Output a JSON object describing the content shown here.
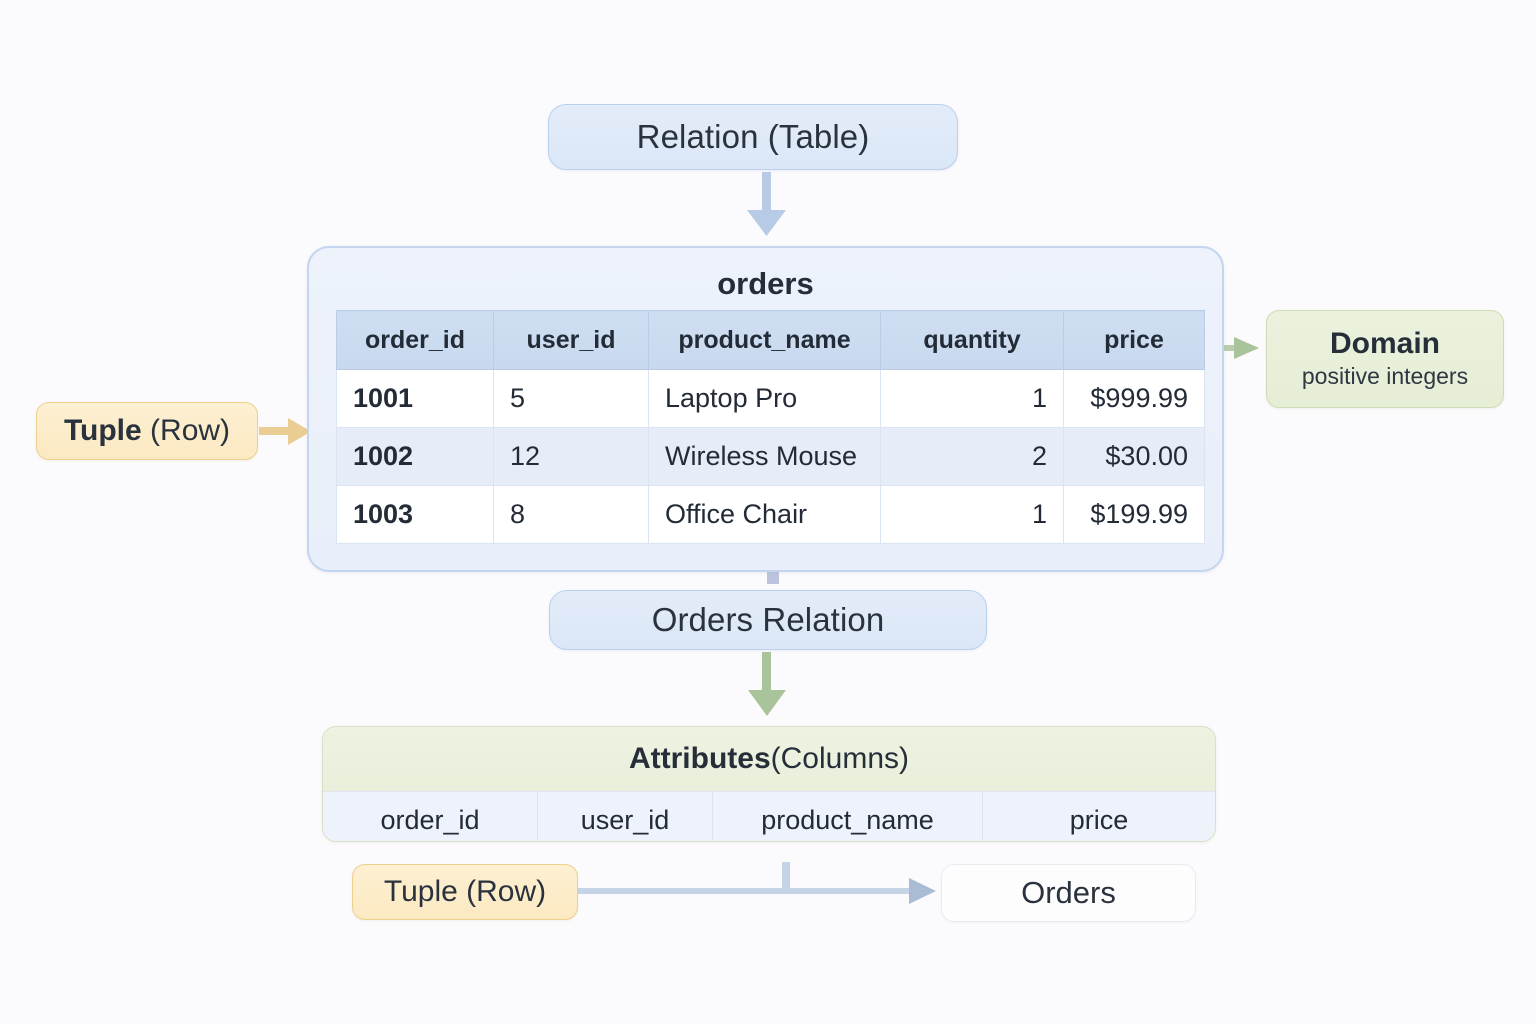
{
  "background_color": "#fbfafc",
  "top_node": {
    "label": "Relation (Table)"
  },
  "relation": {
    "title": "orders",
    "columns": [
      "order_id",
      "user_id",
      "product_name",
      "quantity",
      "price"
    ],
    "rows": [
      {
        "order_id": "1001",
        "user_id": "5",
        "product_name": "Laptop Pro",
        "quantity": "1",
        "price": "$999.99"
      },
      {
        "order_id": "1002",
        "user_id": "12",
        "product_name": "Wireless Mouse",
        "quantity": "2",
        "price": "$30.00"
      },
      {
        "order_id": "1003",
        "user_id": "8",
        "product_name": "Office Chair",
        "quantity": "1",
        "price": "$199.99"
      }
    ]
  },
  "tuple_left": {
    "bold": "Tuple",
    "rest": " (Row)"
  },
  "domain": {
    "title": "Domain",
    "subtitle": "positive integers"
  },
  "orders_relation_node": {
    "label": "Orders Relation"
  },
  "attributes": {
    "heading_bold": "Attributes",
    "heading_rest": " (Columns)",
    "columns": [
      "order_id",
      "user_id",
      "product_name",
      "price"
    ]
  },
  "tuple_bottom": {
    "label": "Tuple (Row)"
  },
  "orders_box": {
    "label": "Orders"
  },
  "colors": {
    "blue_fill": "#e3ecf9",
    "blue_border": "#b9d0ee",
    "header_fill": "#cfdef2",
    "alt_row": "#e7edf8",
    "yellow_fill": "#fdf0d2",
    "yellow_border": "#ecd08d",
    "green_fill": "#eaf1dd",
    "green_border": "#cfdcb7",
    "arrow_blue": "#b8cbe6",
    "arrow_green": "#a9c49a",
    "arrow_yellow": "#e9cd92",
    "text": "#2a323d"
  }
}
